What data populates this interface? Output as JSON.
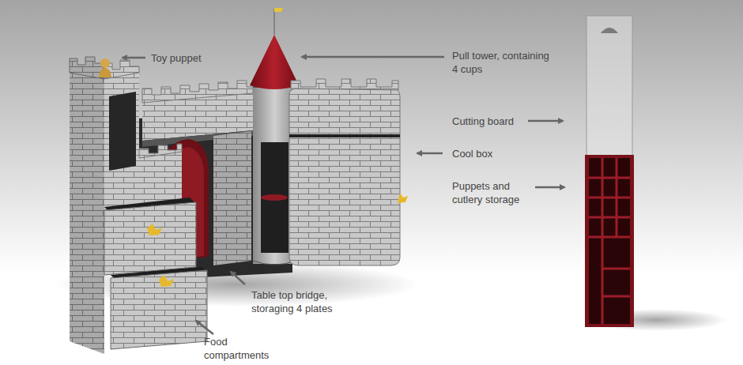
{
  "diagram": {
    "labels": [
      "Toy puppet",
      "Pull tower, containing 4 cups",
      "Cutting board",
      "Cool box",
      "Puppets and cutlery storage",
      "Table top bridge, storaging 4 plates",
      "Food compartments"
    ]
  }
}
